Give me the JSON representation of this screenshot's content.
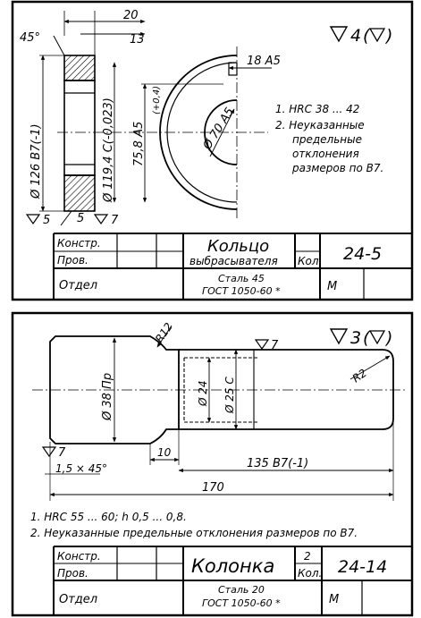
{
  "drawing1": {
    "roughness": "4",
    "dims": {
      "width_overall": "20",
      "width_partial": "13",
      "chamfer": "45°",
      "diameter_outer": "Ø 126 B7(-1)",
      "diameter_hub": "Ø 119,4 C(-0,023)",
      "dim_75": "75,8 A5",
      "dim_75_tol": "(+0,4)",
      "slot": "18 A5",
      "diameter_inner": "Ø 70 A5",
      "rough_a": "5",
      "rough_b": "5",
      "rough_c": "7"
    },
    "notes": [
      "1.  HRC 38 ... 42",
      "2.  Неуказанные",
      "предельные",
      "отклонения",
      "размеров по B7."
    ],
    "title_block": {
      "row1": "Констр.",
      "row2": "Пров.",
      "row3": "Отдел",
      "name_line1": "Кольцо",
      "name_line2": "выбрасывателя",
      "qty_label": "Кол",
      "material_line1": "Сталь 45",
      "material_line2": "ГОСТ 1050-60 *",
      "scale_label": "М",
      "code": "24-5"
    }
  },
  "drawing2": {
    "roughness": "3",
    "dims": {
      "radius_fillet": "R12",
      "rough_top": "7",
      "diameter_38": "Ø 38 Пр",
      "diameter_24": "Ø 24",
      "diameter_25": "Ø 25 C",
      "radius_end": "R2",
      "rough_bottom": "7",
      "chamfer": "1,5 × 45°",
      "len_10": "10",
      "len_135": "135 B7(-1)",
      "len_170": "170"
    },
    "notes": [
      "1.  HRC 55 ... 60;  h 0,5 ... 0,8.",
      "2.  Неуказанные предельные отклонения размеров по B7."
    ],
    "title_block": {
      "row1": "Констр.",
      "row2": "Пров.",
      "row3": "Отдел",
      "name": "Колонка",
      "qty_value": "2",
      "qty_label": "Кол.",
      "material_line1": "Сталь 20",
      "material_line2": "ГОСТ 1050-60 *",
      "scale_label": "М",
      "code": "24-14"
    }
  }
}
